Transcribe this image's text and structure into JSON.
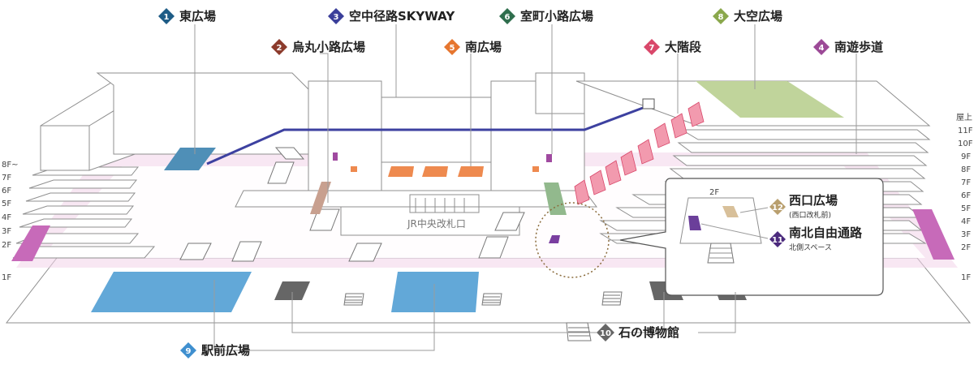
{
  "legend": {
    "east_plaza": "東広場",
    "karasuma_plaza": "烏丸小路広場",
    "skyway": "空中径路SKYWAY",
    "south_path": "南遊歩道",
    "south_plaza": "南広場",
    "muromachi_plaza": "室町小路広場",
    "grand_stairs": "大階段",
    "sky_plaza": "大空広場",
    "station_plaza": "駅前広場",
    "stone_museum": "石の博物館",
    "west_exit_plaza": "西口広場",
    "west_exit_sub": "(西口改札前)",
    "nb_passage": "南北自由通路",
    "nb_passage_sub": "北側スペース"
  },
  "numbers": {
    "east_plaza": "1",
    "karasuma_plaza": "2",
    "skyway": "3",
    "south_path": "4",
    "south_plaza": "5",
    "muromachi_plaza": "6",
    "grand_stairs": "7",
    "sky_plaza": "8",
    "station_plaza": "9",
    "stone_museum": "10",
    "nb_passage": "11",
    "west_exit_plaza": "12"
  },
  "colors": {
    "east_plaza": "#1e5c86",
    "karasuma_plaza": "#8c3b2c",
    "skyway": "#3b3f9a",
    "south_path": "#9c4a97",
    "south_plaza": "#e6762f",
    "muromachi_plaza": "#2f6e4d",
    "grand_stairs": "#d9476a",
    "sky_plaza": "#8aa84c",
    "station_plaza": "#3f8fcf",
    "stone_museum": "#666666",
    "west_exit_plaza": "#b99f6e",
    "nb_passage": "#4b2a7d"
  },
  "ticket_gate": "JR中央改札口",
  "inset_floor": "2F",
  "floors_left": [
    "8F~",
    "7F",
    "6F",
    "5F",
    "4F",
    "3F",
    "2F",
    "1F"
  ],
  "floors_right": [
    "屋上",
    "11F",
    "10F",
    "9F",
    "8F",
    "7F",
    "6F",
    "5F",
    "4F",
    "3F",
    "2F",
    "1F"
  ]
}
